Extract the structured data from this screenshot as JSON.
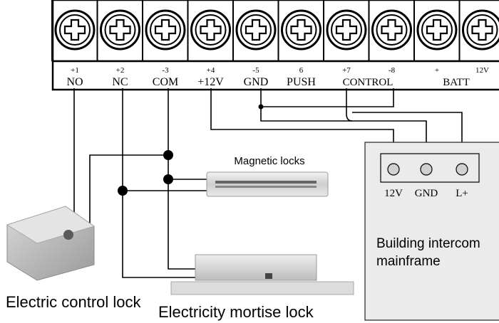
{
  "terminals": [
    {
      "num": "+1",
      "label": "NO"
    },
    {
      "num": "+2",
      "label": "NC"
    },
    {
      "num": "-3",
      "label": "COM"
    },
    {
      "num": "+4",
      "label": "+12V"
    },
    {
      "num": "-5",
      "label": "GND"
    },
    {
      "num": "6",
      "label": "PUSH"
    },
    {
      "num": "+7",
      "label": ""
    },
    {
      "num": "-8",
      "label": ""
    },
    {
      "num": "+",
      "label": ""
    },
    {
      "num": "12V",
      "label": ""
    }
  ],
  "control_label": "CONTROL",
  "batt_label": "BATT",
  "magnetic_lock_label": "Magnetic locks",
  "electric_control_lock_label": "Electric control lock",
  "mortise_lock_label": "Electricity mortise lock",
  "intercom": {
    "label_line1": "Building intercom",
    "label_line2": "mainframe",
    "ports": [
      "12V",
      "GND",
      "L+"
    ]
  }
}
